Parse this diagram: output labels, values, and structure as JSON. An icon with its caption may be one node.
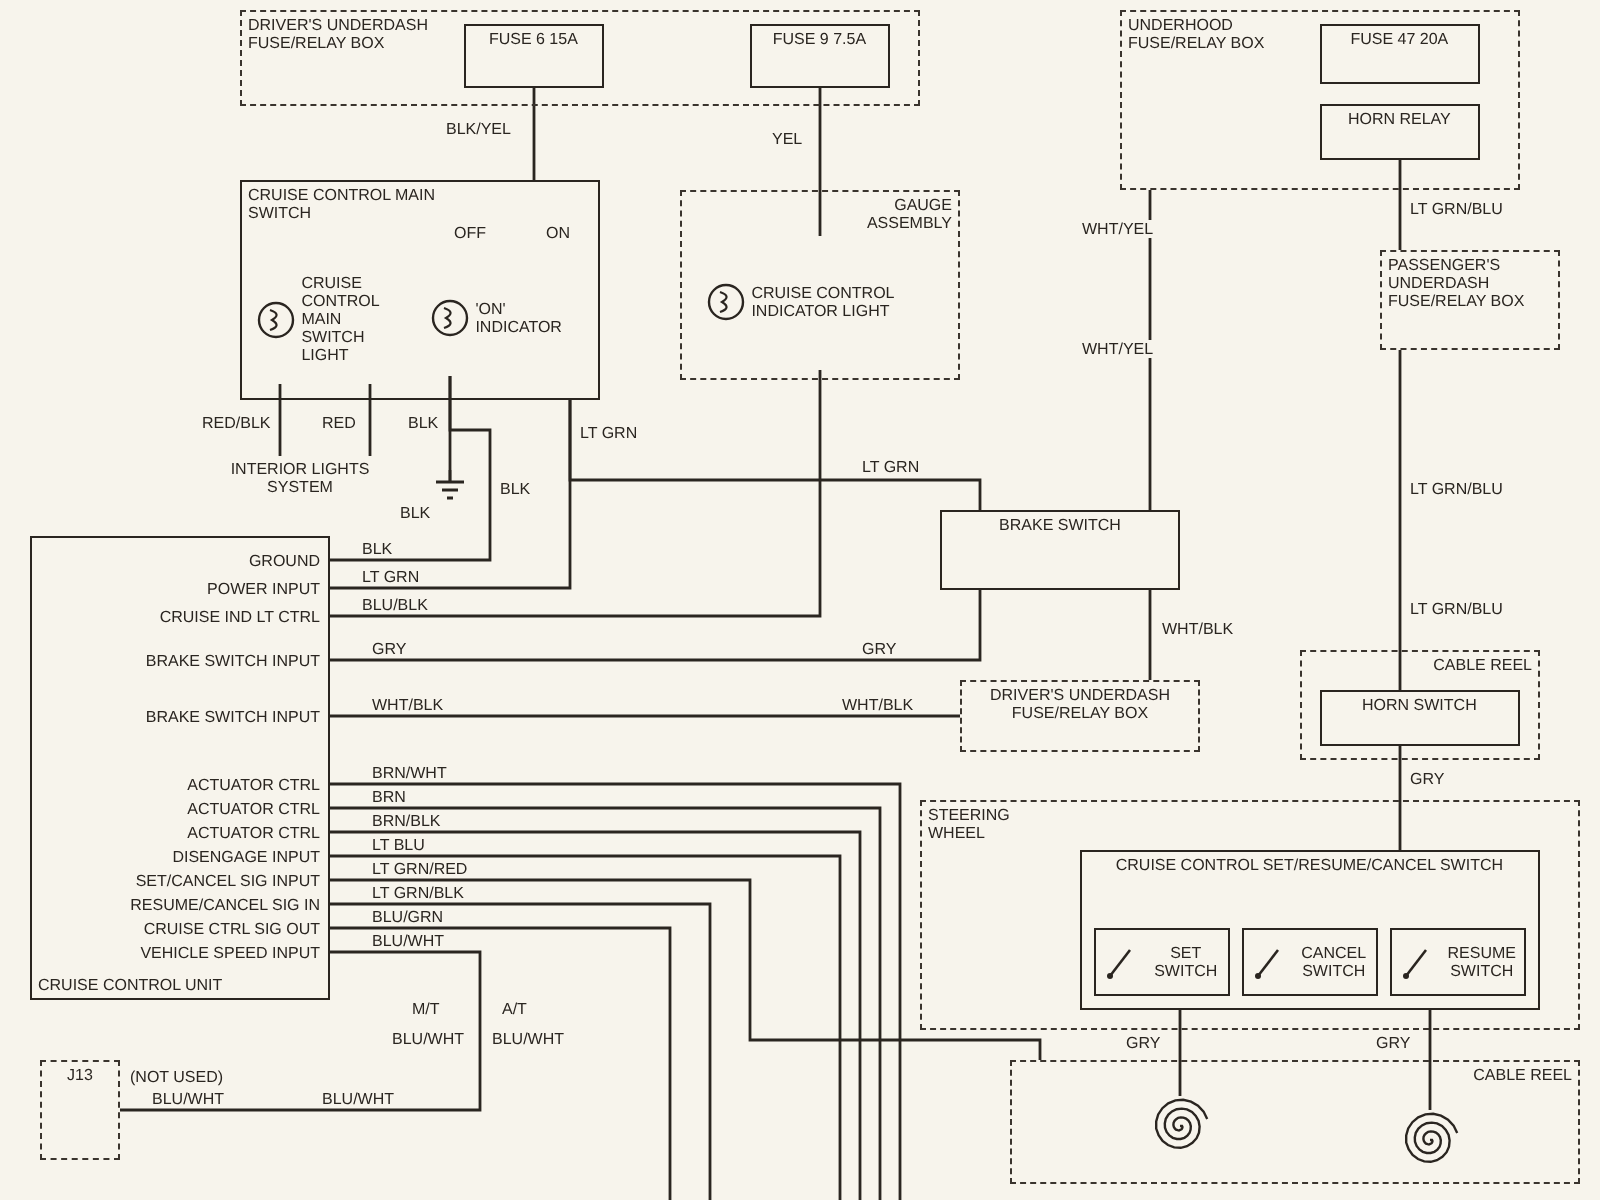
{
  "diagram": {
    "nodes": [
      {
        "text": [
          "DRIVER'S UNDERDASH FUSE/RELAY BOX"
        ]
      },
      {
        "text": [
          "FUSE 6 15A"
        ],
        "in": 0
      },
      {
        "text": [
          "FUSE 9 7.5A"
        ],
        "in": 0
      },
      {
        "text": [
          "UNDERHOOD FUSE/RELAY BOX"
        ]
      },
      {
        "text": [
          "FUSE 47 20A"
        ],
        "in": 3
      },
      {
        "text": [
          "HORN RELAY"
        ],
        "in": 3
      },
      {
        "text": [
          "CRUISE CONTROL MAIN SWITCH"
        ]
      },
      {
        "text": [
          "CRUISE CONTROL MAIN SWITCH LIGHT"
        ],
        "in": 6
      },
      {
        "text": [
          "'ON' INDICATOR"
        ],
        "in": 6
      },
      {
        "text": [
          "GAUGE ASSEMBLY"
        ]
      },
      {
        "text": [
          "CRUISE CONTROL INDICATOR LIGHT"
        ],
        "in": 9
      },
      {
        "text": [
          "INTERIOR LIGHTS SYSTEM"
        ]
      },
      {
        "text": [],
        "shape": "ground"
      },
      {
        "text": [
          "PASSENGER'S UNDERDASH FUSE/RELAY BOX"
        ]
      },
      {
        "text": [
          "BRAKE SWITCH"
        ]
      },
      {
        "text": [
          "DRIVER'S UNDERDASH FUSE/RELAY BOX"
        ]
      },
      {
        "text": [
          "CABLE REEL"
        ]
      },
      {
        "text": [
          "HORN SWITCH"
        ],
        "in": 16
      },
      {
        "text": [
          "STEERING WHEEL"
        ]
      },
      {
        "text": [
          "CRUISE CONTROL SET/RESUME/CANCEL SWITCH"
        ],
        "in": 18
      },
      {
        "text": [
          "SET SWITCH"
        ],
        "in": 19
      },
      {
        "text": [
          "CANCEL SWITCH"
        ],
        "in": 19
      },
      {
        "text": [
          "RESUME SWITCH"
        ],
        "in": 19
      },
      {
        "text": [
          "CRUISE CONTROL UNIT",
          "GROUND",
          "POWER INPUT",
          "CRUISE IND LT CTRL",
          "BRAKE SWITCH INPUT",
          "BRAKE SWITCH INPUT",
          "ACTUATOR CTRL",
          "ACTUATOR CTRL",
          "ACTUATOR CTRL",
          "DISENGAGE INPUT",
          "SET/CANCEL SIG INPUT",
          "RESUME/CANCEL SIG IN",
          "CRUISE CTRL SIG OUT",
          "VEHICLE SPEED INPUT"
        ]
      },
      {
        "text": [
          "CABLE REEL"
        ]
      },
      {
        "text": [],
        "shape": "coil",
        "in": 24
      },
      {
        "text": [],
        "shape": "coil",
        "in": 24
      },
      {
        "text": [
          "J13"
        ],
        "beside": [
          "(NOT USED)"
        ]
      }
    ],
    "edges": [
      {
        "from": 1,
        "to": 6,
        "arrow": "none",
        "label": "BLK/YEL"
      },
      {
        "from": 2,
        "to": 10,
        "arrow": "none",
        "label": "YEL"
      },
      {
        "from": 7,
        "to": 11,
        "arrow": "none",
        "label": "RED/BLK"
      },
      {
        "from": 7,
        "to": 11,
        "arrow": "none",
        "label": "RED"
      },
      {
        "from": 8,
        "to": 12,
        "arrow": "none",
        "label": "BLK"
      },
      {
        "from": 8,
        "to": 23,
        "arrow": "none",
        "label": "BLK"
      },
      {
        "from": 6,
        "to": 23,
        "arrow": "none",
        "label": "LT GRN"
      },
      {
        "from": 6,
        "to": 14,
        "arrow": "none",
        "label": "LT GRN"
      },
      {
        "from": 10,
        "to": 23,
        "arrow": "none",
        "label": "BLU/BLK"
      },
      {
        "from": 3,
        "to": 14,
        "arrow": "none",
        "label": "WHT/YEL"
      },
      {
        "from": 14,
        "to": 23,
        "arrow": "none",
        "label": "GRY"
      },
      {
        "from": 14,
        "to": 15,
        "arrow": "none",
        "label": "WHT/BLK"
      },
      {
        "from": 15,
        "to": 23,
        "arrow": "none",
        "label": "WHT/BLK"
      },
      {
        "from": 5,
        "to": 13,
        "arrow": "none",
        "label": "LT GRN/BLU"
      },
      {
        "from": 13,
        "to": 17,
        "arrow": "none",
        "label": "LT GRN/BLU"
      },
      {
        "from": 17,
        "to": 19,
        "arrow": "none",
        "label": "GRY"
      },
      {
        "from": 23,
        "to": null,
        "arrow": "none",
        "label": "BRN/WHT"
      },
      {
        "from": 23,
        "to": null,
        "arrow": "none",
        "label": "BRN"
      },
      {
        "from": 23,
        "to": null,
        "arrow": "none",
        "label": "BRN/BLK"
      },
      {
        "from": 23,
        "to": null,
        "arrow": "none",
        "label": "LT BLU"
      },
      {
        "from": 23,
        "to": 24,
        "arrow": "none",
        "label": "LT GRN/RED"
      },
      {
        "from": 23,
        "to": null,
        "arrow": "none",
        "label": "LT GRN/BLK"
      },
      {
        "from": 23,
        "to": null,
        "arrow": "none",
        "label": "BLU/GRN"
      },
      {
        "from": 23,
        "to": 27,
        "arrow": "none",
        "label": "BLU/WHT"
      },
      {
        "from": 19,
        "to": 25,
        "arrow": "none",
        "label": "GRY"
      },
      {
        "from": 19,
        "to": 26,
        "arrow": "none",
        "label": "GRY"
      }
    ],
    "labels": [
      "OFF",
      "ON",
      "LT GRN",
      "WHT/YEL",
      "BLK",
      "BLK",
      "LT GRN/BLU",
      "GRY",
      "WHT/BLK",
      "M/T",
      "A/T",
      "BLU/WHT",
      "BLU/WHT",
      "BLU/WHT",
      "BLU/WHT"
    ]
  }
}
